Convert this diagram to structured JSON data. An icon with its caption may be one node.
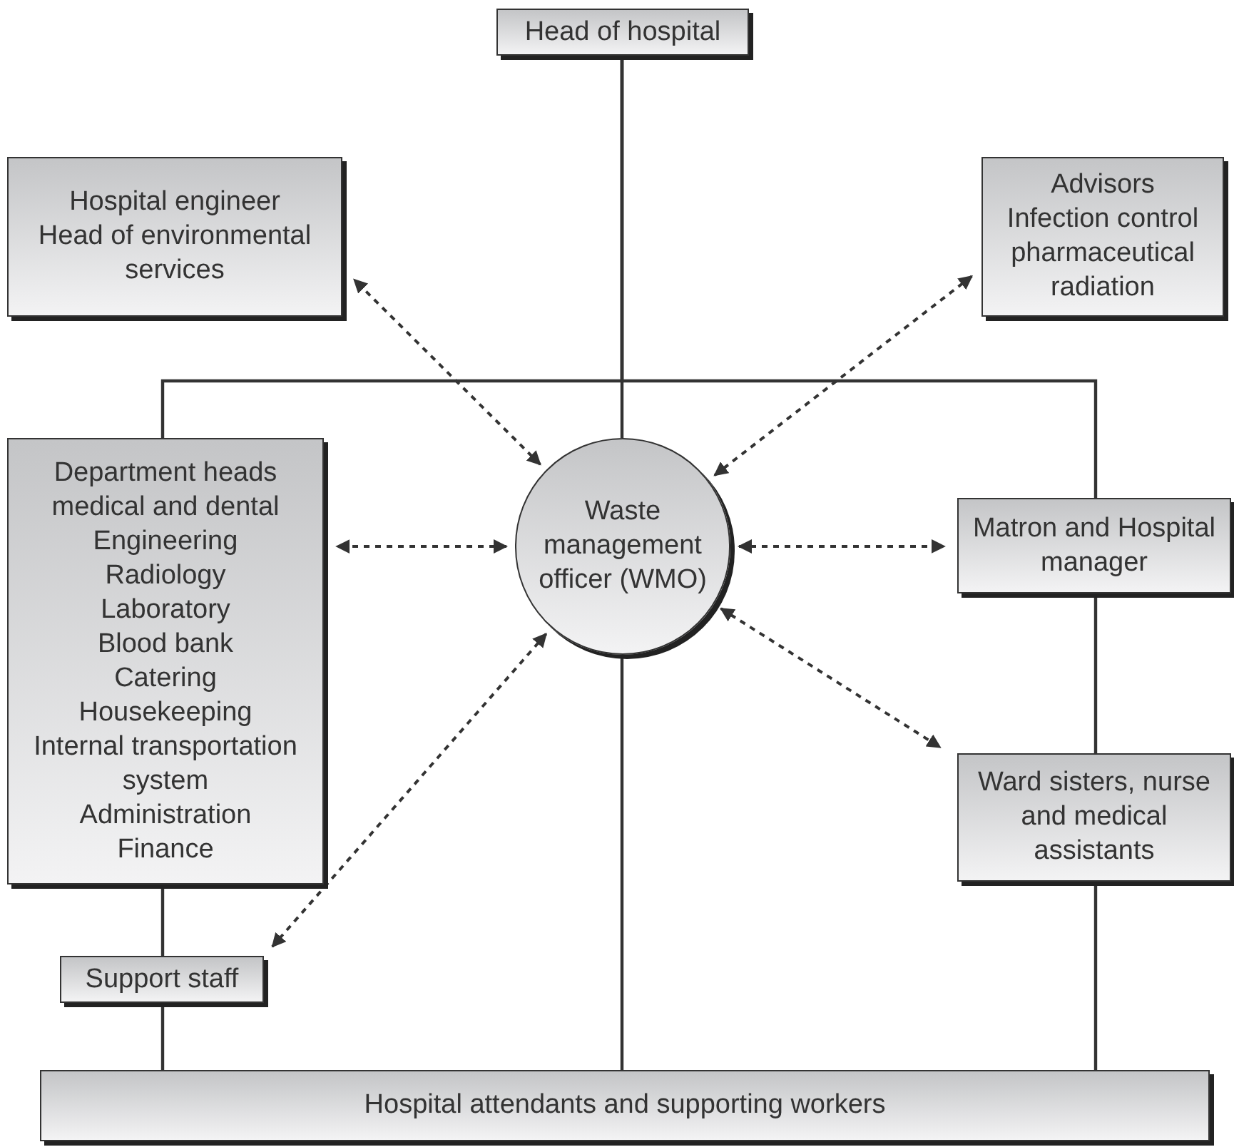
{
  "diagram": {
    "nodes": [
      {
        "text": [
          "Head of hospital"
        ]
      },
      {
        "text": [
          "Hospital engineer",
          "Head of environmental services"
        ]
      },
      {
        "text": [
          "Advisors",
          "Infection control",
          "pharmaceutical",
          "radiation"
        ]
      },
      {
        "text": [
          "Department heads medical and dental",
          "Engineering",
          "Radiology",
          "Laboratory",
          "Blood bank",
          "Catering",
          "Housekeeping",
          "Internal transportation system",
          "Administration",
          "Finance"
        ]
      },
      {
        "text": [
          "Waste management officer (WMO)"
        ]
      },
      {
        "text": [
          "Matron and Hospital manager"
        ]
      },
      {
        "text": [
          "Ward sisters, nurse and medical assistants"
        ]
      },
      {
        "text": [
          "Support staff"
        ]
      },
      {
        "text": [
          "Hospital attendants and supporting workers"
        ]
      }
    ],
    "edges": [
      {
        "from": 0,
        "to": 4,
        "arrow": "none"
      },
      {
        "from": 0,
        "to": 3,
        "arrow": "none"
      },
      {
        "from": 0,
        "to": 5,
        "arrow": "none"
      },
      {
        "from": 4,
        "to": 8,
        "arrow": "none"
      },
      {
        "from": 3,
        "to": 7,
        "arrow": "none"
      },
      {
        "from": 7,
        "to": 8,
        "arrow": "none"
      },
      {
        "from": 5,
        "to": 6,
        "arrow": "none"
      },
      {
        "from": 6,
        "to": 8,
        "arrow": "none"
      },
      {
        "from": 4,
        "to": 1,
        "arrow": "both",
        "style": "dashed"
      },
      {
        "from": 4,
        "to": 2,
        "arrow": "both",
        "style": "dashed"
      },
      {
        "from": 4,
        "to": 3,
        "arrow": "both",
        "style": "dashed"
      },
      {
        "from": 4,
        "to": 5,
        "arrow": "both",
        "style": "dashed"
      },
      {
        "from": 4,
        "to": 6,
        "arrow": "both",
        "style": "dashed"
      },
      {
        "from": 4,
        "to": 7,
        "arrow": "both",
        "style": "dashed"
      }
    ]
  }
}
